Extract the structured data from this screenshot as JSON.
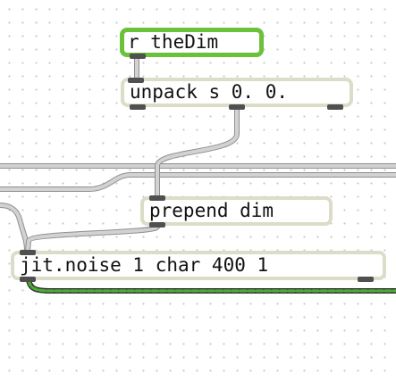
{
  "patcher": {
    "objects": [
      {
        "id": "receive",
        "text": "r theDim",
        "selected": true
      },
      {
        "id": "unpack",
        "text": "unpack s 0. 0.",
        "selected": false
      },
      {
        "id": "prepend",
        "text": "prepend dim",
        "selected": false
      },
      {
        "id": "jitnoise",
        "text": "jit.noise 1 char 400 1",
        "selected": false
      }
    ]
  },
  "colors": {
    "canvas": "#ffffff",
    "box_border": "#dcdcc8",
    "selected_border": "#6bc13a",
    "port": "#505050",
    "cord": "#b4b4b4",
    "matrix_cord": "#4caa3a"
  }
}
